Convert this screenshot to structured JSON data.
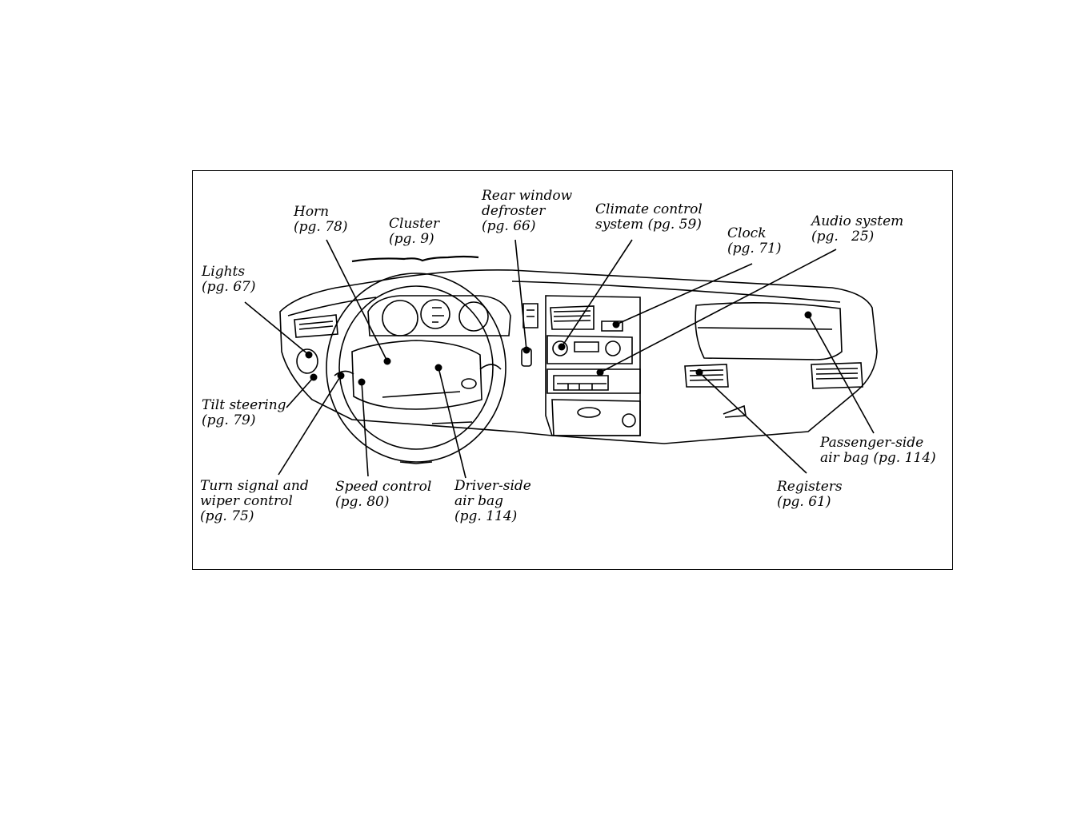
{
  "callouts": {
    "horn": [
      "Horn",
      "(pg. 78)"
    ],
    "cluster": [
      "Cluster",
      "(pg. 9)"
    ],
    "rear_defroster": [
      "Rear window",
      "defroster",
      "(pg. 66)"
    ],
    "climate": [
      "Climate control",
      "system (pg. 59)"
    ],
    "clock": [
      "Clock",
      "(pg. 71)"
    ],
    "audio": [
      "Audio system",
      "(pg.   25)"
    ],
    "lights": [
      "Lights",
      "(pg. 67)"
    ],
    "tilt": [
      "Tilt steering",
      "(pg. 79)"
    ],
    "turn_signal": [
      "Turn signal and",
      "wiper control",
      "(pg. 75)"
    ],
    "speed": [
      "Speed control",
      "(pg. 80)"
    ],
    "driver_airbag": [
      "Driver-side",
      "air bag",
      "(pg. 114)"
    ],
    "passenger_airbag": [
      "Passenger-side",
      "air bag (pg. 114)"
    ],
    "registers": [
      "Registers",
      "(pg. 61)"
    ]
  }
}
